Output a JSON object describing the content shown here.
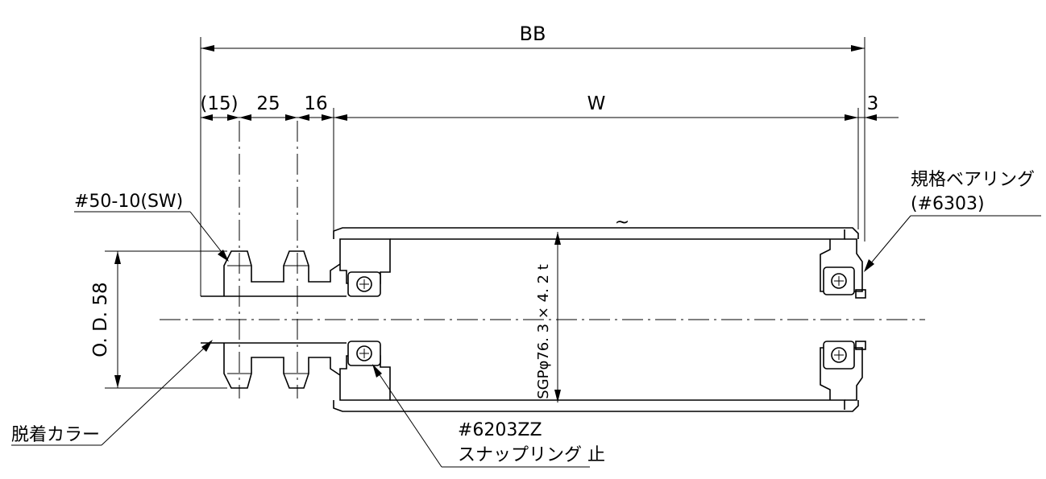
{
  "dimensions": {
    "overall": "BB",
    "collar": "(15)",
    "sprocket_pitch": "25",
    "sprocket_gap": "16",
    "width": "W",
    "end_gap": "3",
    "outer_diameter": "O. D. 58",
    "tube": "SGPφ76. 3 × 4. 2 t"
  },
  "labels": {
    "sprocket": "#50-10(SW)",
    "bearing_std_line1": "規格ベアリング",
    "bearing_std_line2": "(#6303)",
    "bearing_line1": "#6203ZZ",
    "bearing_line2": "スナップリング 止",
    "collar": "脱着カラー",
    "break_mark": "~"
  }
}
